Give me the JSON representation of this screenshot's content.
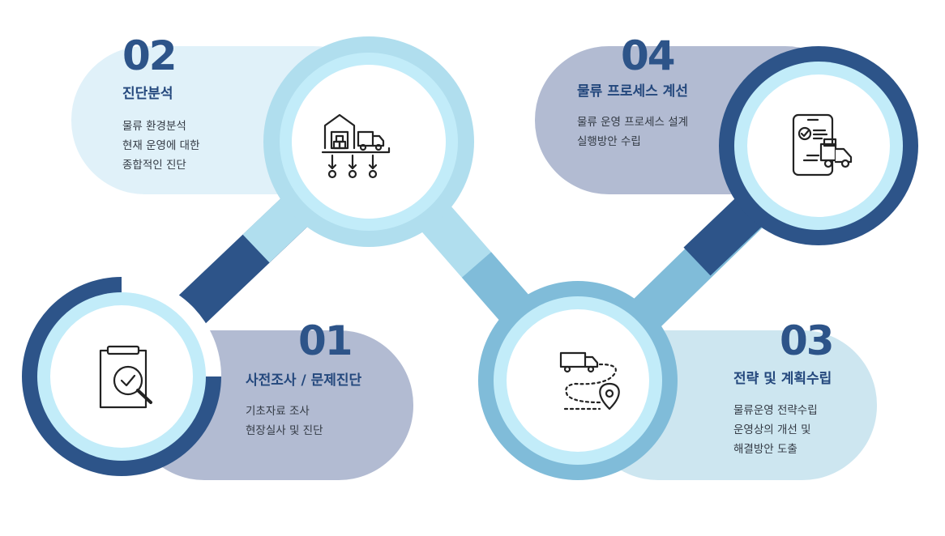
{
  "colors": {
    "navy": "#2d5489",
    "mid_blue": "#80bcd9",
    "light_blue": "#b0deee",
    "pale_cyan": "#c2ecf9",
    "card_slate": "#b2bbd2",
    "card_pale": "#e0f1f9",
    "card_light": "#cde6f0"
  },
  "steps": [
    {
      "number": "01",
      "title": "사전조사 / 문제진단",
      "desc": [
        "기초자료 조사",
        "현장실사 및 진단"
      ],
      "icon": "clipboard-check-magnifier-icon"
    },
    {
      "number": "02",
      "title": "진단분석",
      "desc": [
        "물류 환경분석",
        "현재 운영에 대한",
        "종합적인 진단"
      ],
      "icon": "warehouse-truck-distribution-icon"
    },
    {
      "number": "03",
      "title": "전략 및 계획수립",
      "desc": [
        "물류운영 전략수립",
        "운영상의 개선 및",
        "해결방안 도출"
      ],
      "icon": "truck-route-pin-icon"
    },
    {
      "number": "04",
      "title": "물류 프로세스 계선",
      "desc": [
        "물류 운영 프로세스 설계",
        "실행방안 수립"
      ],
      "icon": "phone-delivery-truck-icon"
    }
  ]
}
